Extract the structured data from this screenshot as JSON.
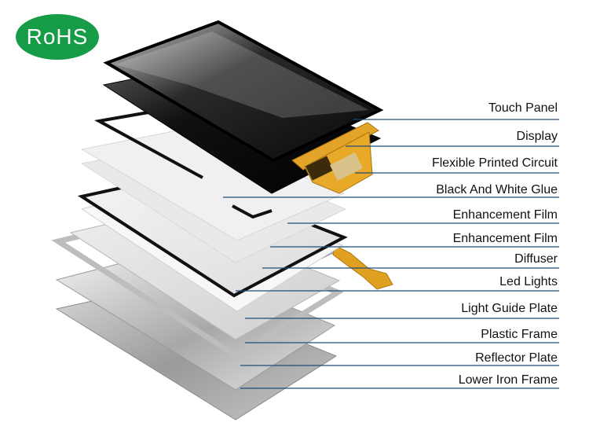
{
  "badge": {
    "text": "RoHS",
    "color": "#169c46"
  },
  "labels": [
    "Touch Panel",
    "Display",
    "Flexible Printed Circuit",
    "Black And White Glue",
    "Enhancement Film",
    "Enhancement Film",
    "Diffuser",
    "Led Lights",
    "Light Guide Plate",
    "Plastic Frame",
    "Reflector Plate",
    "Lower Iron Frame"
  ],
  "colors": {
    "leader_line": "#1f4e79",
    "fpc": "#e0a020",
    "frame": "#111111"
  }
}
